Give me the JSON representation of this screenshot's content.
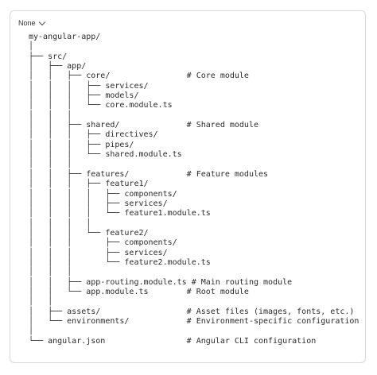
{
  "code_block": {
    "language_label": "None",
    "lines": [
      "my-angular-app/",
      "│",
      "├── src/",
      "│   ├── app/",
      "│   │   ├── core/                # Core module",
      "│   │   │   ├── services/",
      "│   │   │   ├── models/",
      "│   │   │   └── core.module.ts",
      "│   │   │",
      "│   │   ├── shared/              # Shared module",
      "│   │   │   ├── directives/",
      "│   │   │   ├── pipes/",
      "│   │   │   └── shared.module.ts",
      "│   │   │",
      "│   │   ├── features/            # Feature modules",
      "│   │   │   ├── feature1/",
      "│   │   │   │   ├── components/",
      "│   │   │   │   ├── services/",
      "│   │   │   │   └── feature1.module.ts",
      "│   │   │   │",
      "│   │   │   └── feature2/",
      "│   │   │       ├── components/",
      "│   │   │       ├── services/",
      "│   │   │       └── feature2.module.ts",
      "│   │   │",
      "│   │   ├── app-routing.module.ts # Main routing module",
      "│   │   └── app.module.ts        # Root module",
      "│   │",
      "│   ├── assets/                  # Asset files (images, fonts, etc.)",
      "│   └── environments/            # Environment-specific configuration",
      "│",
      "└── angular.json                 # Angular CLI configuration"
    ]
  }
}
